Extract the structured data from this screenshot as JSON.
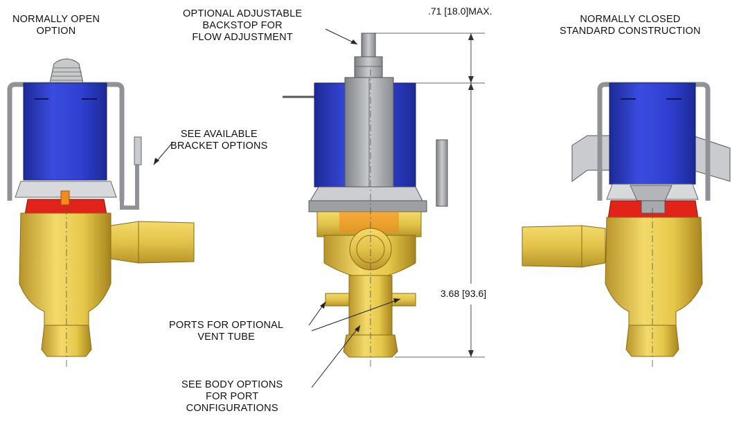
{
  "labels": {
    "normally_open": [
      "NORMALLY OPEN",
      "OPTION"
    ],
    "backstop": [
      "OPTIONAL ADJUSTABLE",
      "BACKSTOP FOR",
      "FLOW ADJUSTMENT"
    ],
    "normally_closed": [
      "NORMALLY CLOSED",
      "STANDARD CONSTRUCTION"
    ],
    "bracket": [
      "SEE AVAILABLE",
      "BRACKET OPTIONS"
    ],
    "vent_tube": [
      "PORTS FOR OPTIONAL",
      "VENT TUBE"
    ],
    "body_options": [
      "SEE BODY OPTIONS",
      "FOR PORT",
      "CONFIGURATIONS"
    ]
  },
  "dimensions": {
    "top": ".71 [18.0]MAX.",
    "height": "3.68 [93.6]"
  },
  "colors": {
    "coil_blue": "#2f3fd0",
    "coil_blue_dark": "#1c2a96",
    "bracket_gray": "#a7a9ad",
    "brass": "#e6c84a",
    "brass_dark": "#b8952a",
    "seal_red": "#e2231a",
    "orange": "#f28a1c"
  }
}
